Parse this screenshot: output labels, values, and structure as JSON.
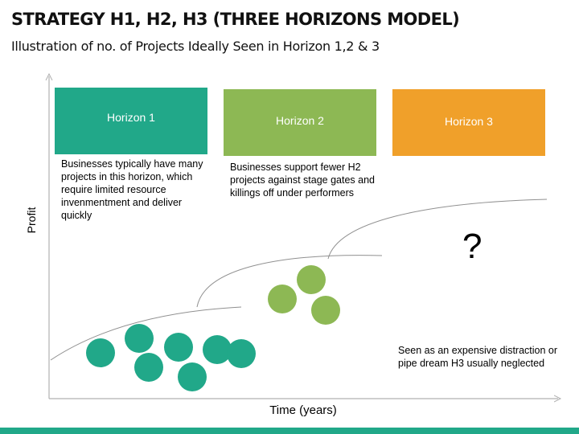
{
  "title": "STRATEGY H1, H2, H3 (THREE HORIZONS MODEL)",
  "subtitle": "Illustration of no. of Projects Ideally Seen in Horizon 1,2 & 3",
  "axes": {
    "y_label": "Profit",
    "x_label": "Time (years)"
  },
  "horizons": [
    {
      "label": "Horizon 1",
      "color": "#21A889",
      "description": "Businesses typically have many projects in this horizon, which require limited resource invenmentment and deliver quickly",
      "project_count": 7
    },
    {
      "label": "Horizon 2",
      "color": "#8DB854",
      "description": "Businesses support fewer H2 projects against stage gates and killings off under performers",
      "project_count": 3
    },
    {
      "label": "Horizon 3",
      "color": "#F0A02A",
      "description": "Seen as an expensive distraction or pipe dream H3 usually neglected",
      "project_count": 0
    }
  ],
  "unknown_marker": "?",
  "footer_color": "#21A889"
}
